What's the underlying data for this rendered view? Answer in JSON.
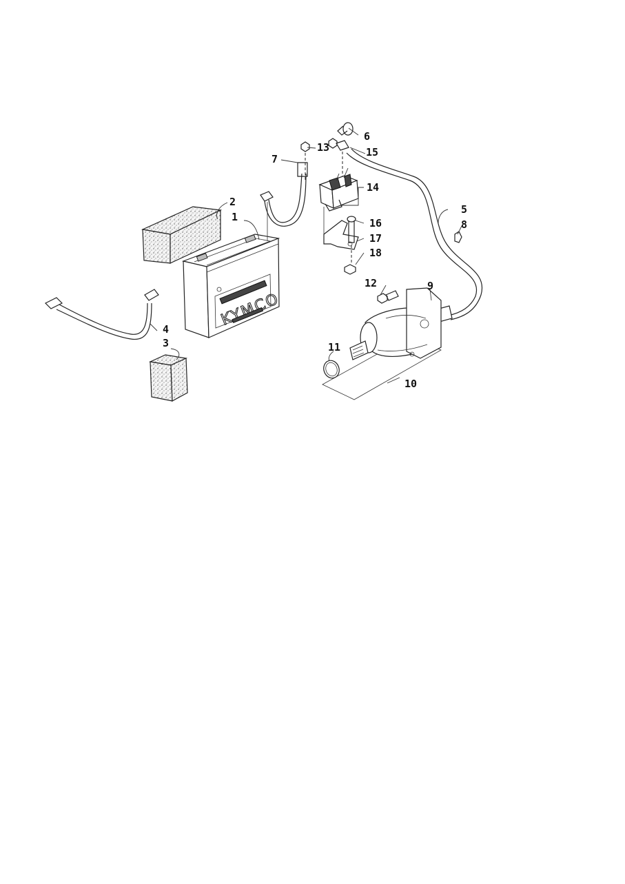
{
  "battery": {
    "brand": "KYMCO"
  },
  "callouts": [
    {
      "id": "1",
      "label": "1"
    },
    {
      "id": "2",
      "label": "2"
    },
    {
      "id": "3",
      "label": "3"
    },
    {
      "id": "4",
      "label": "4"
    },
    {
      "id": "5",
      "label": "5"
    },
    {
      "id": "6",
      "label": "6"
    },
    {
      "id": "7",
      "label": "7"
    },
    {
      "id": "8",
      "label": "8"
    },
    {
      "id": "9",
      "label": "9"
    },
    {
      "id": "10",
      "label": "10"
    },
    {
      "id": "11",
      "label": "11"
    },
    {
      "id": "12",
      "label": "12"
    },
    {
      "id": "13",
      "label": "13"
    },
    {
      "id": "14",
      "label": "14"
    },
    {
      "id": "15",
      "label": "15"
    },
    {
      "id": "16",
      "label": "16"
    },
    {
      "id": "17",
      "label": "17"
    },
    {
      "id": "18",
      "label": "18"
    }
  ]
}
